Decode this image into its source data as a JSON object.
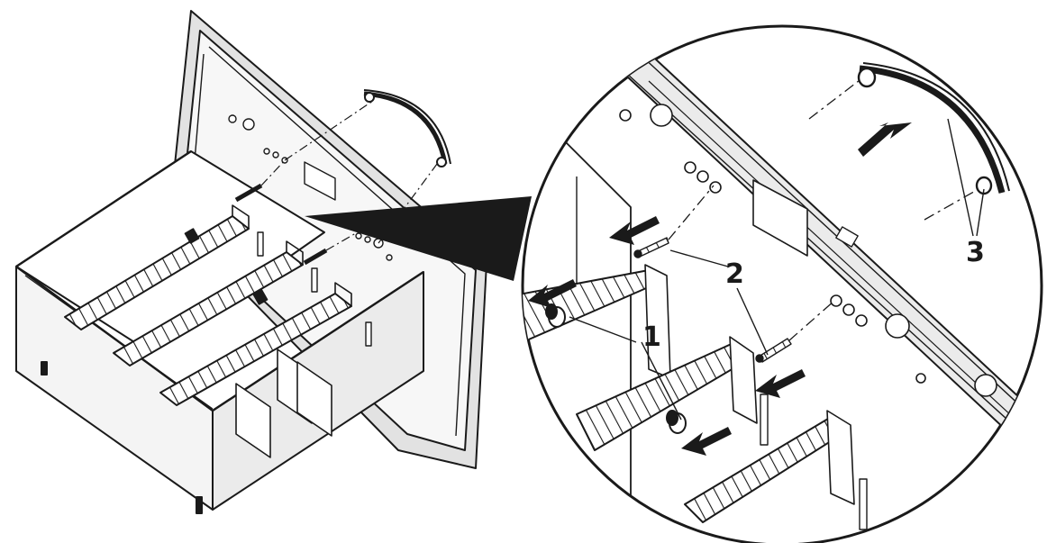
{
  "diagram": {
    "callouts": [
      {
        "id": "1",
        "text": "1"
      },
      {
        "id": "2",
        "text": "2"
      },
      {
        "id": "3",
        "text": "3"
      }
    ],
    "colors": {
      "line": "#1a1a1a",
      "fill_light": "#f4f4f4",
      "fill_mid": "#e2e2e2",
      "background": "#ffffff"
    }
  }
}
